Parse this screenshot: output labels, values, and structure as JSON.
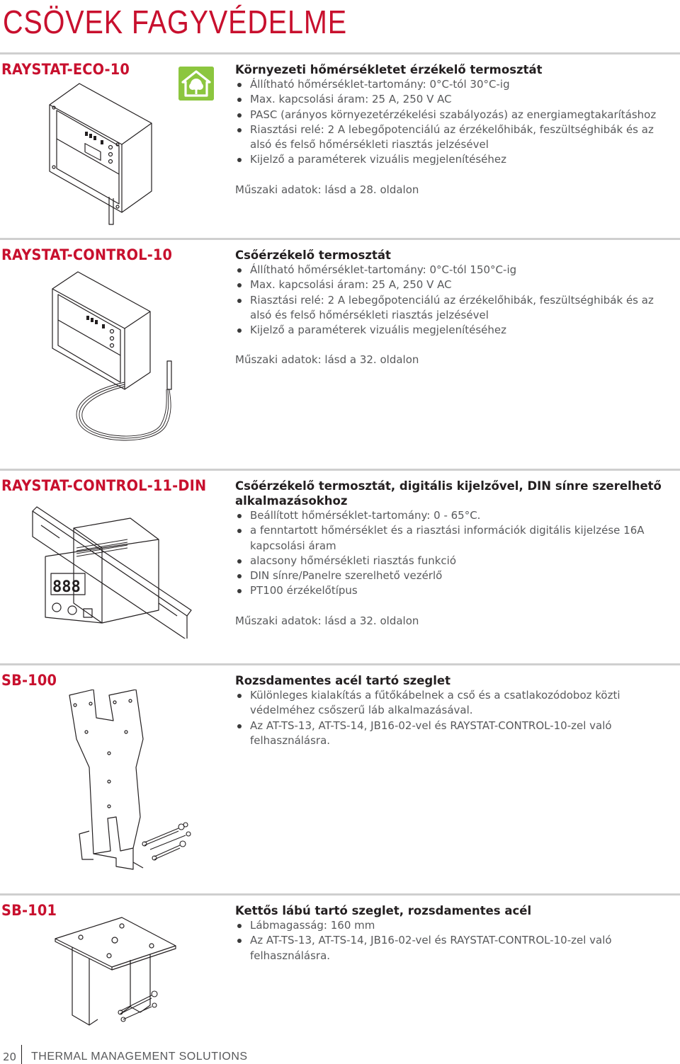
{
  "page": {
    "title": "CSÖVEK FAGYVÉDELME",
    "footer_page_number": "20",
    "footer_text": "THERMAL MANAGEMENT SOLUTIONS"
  },
  "products": [
    {
      "name": "RAYSTAT-ECO-10",
      "title": "Környezeti hőmérsékletet érzékelő termosztát",
      "bullets": [
        "Állítható hőmérséklet-tartomány: 0°C-tól 30°C-ig",
        "Max. kapcsolási áram: 25 A, 250 V AC",
        "PASC (arányos környezetérzékelési szabályozás) az energiamegtakarításhoz",
        "Riasztási relé: 2 A lebegőpotenciálú az érzékelőhibák, feszültséghibák és az alsó és felső hőmérsékleti riasztás jelzésével",
        "Kijelző a paraméterek vizuális megjelenítéséhez"
      ],
      "tech": "Műszaki adatok: lásd a 28. oldalon"
    },
    {
      "name": "RAYSTAT-CONTROL-10",
      "title": "Csőérzékelő termosztát",
      "bullets": [
        "Állítható hőmérséklet-tartomány: 0°C-tól 150°C-ig",
        "Max. kapcsolási áram: 25 A, 250 V AC",
        "Riasztási relé: 2 A lebegőpotenciálú az érzékelőhibák, feszültséghibák és az alsó és felső hőmérsékleti riasztás jelzésével",
        "Kijelző a paraméterek vizuális megjelenítéséhez"
      ],
      "tech": "Műszaki adatok: lásd a 32. oldalon"
    },
    {
      "name": "RAYSTAT-CONTROL-11-DIN",
      "title": "Csőérzékelő termosztát, digitális kijelzővel, DIN sínre szerelhető alkalmazásokhoz",
      "bullets": [
        "Beállított hőmérséklet-tartomány: 0 - 65°C.",
        "a fenntartott hőmérséklet és a riasztási információk digitális kijelzése 16A kapcsolási áram",
        "alacsony hőmérsékleti riasztás funkció",
        "DIN sínre/Panelre szerelhető vezérlő",
        "PT100 érzékelőtípus"
      ],
      "tech": "Műszaki adatok: lásd a 32. oldalon"
    },
    {
      "name": "SB-100",
      "title": "Rozsdamentes acél tartó szeglet",
      "bullets": [
        "Különleges kialakítás a fűtőkábelnek a cső és a csatlakozódoboz közti védelméhez csőszerű láb alkalmazásával.",
        "Az AT-TS-13, AT-TS-14, JB16-02-vel és RAYSTAT-CONTROL-10-zel való felhasználásra."
      ],
      "tech": ""
    },
    {
      "name": "SB-101",
      "title": "Kettős lábú tartó szeglet, rozsdamentes acél",
      "bullets": [
        "Lábmagasság: 160 mm",
        "Az AT-TS-13, AT-TS-14, JB16-02-vel és RAYSTAT-CONTROL-10-zel való felhasználásra."
      ],
      "tech": ""
    }
  ],
  "icons": {
    "eco_house": "eco-house-tree-icon",
    "eco_color": "#8cc63f"
  },
  "colors": {
    "accent": "#c8102e",
    "rule": "#cfcfcf",
    "body_text": "#58595b"
  }
}
